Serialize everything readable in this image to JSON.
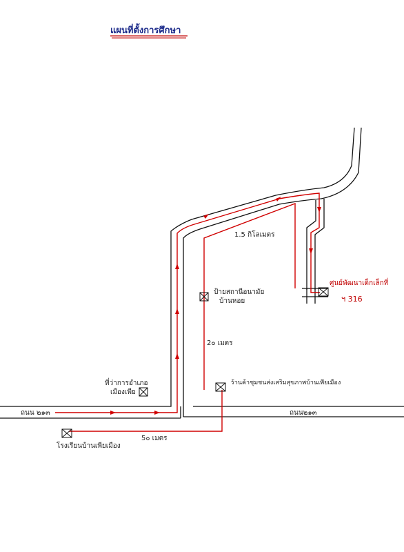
{
  "title": "แผนที่ตั้งการศึกษา",
  "colors": {
    "route": "#d00000",
    "road_ink": "#111111",
    "title_ink": "#1b2a8a"
  },
  "roads": {
    "highway_left_label": "ถนน ๒๑๓",
    "highway_right_label": "ถนน๒๑๓"
  },
  "distances": {
    "main_route": "1.5 กิโลเมตร",
    "side_road": "2๐ เมตร",
    "school_road": "5๐ เมตร"
  },
  "places": {
    "police_station": [
      "ที่ว่าการอำเภอ",
      "เมืองเพีย"
    ],
    "health_center": [
      "ป้ายสถานีอนามัย",
      "บ้านหอย"
    ],
    "market": "ร้านค้าชุมชนส่งเสริมสุขภาพบ้านเพียเมือง",
    "school": "โรงเรียนบ้านเพียเมือง",
    "destination": [
      "ศูนย์พัฒนาเด็กเล็กที่",
      "ฯ 316"
    ]
  },
  "icons": [
    "building-marker-icon",
    "route-arrow-icon"
  ]
}
